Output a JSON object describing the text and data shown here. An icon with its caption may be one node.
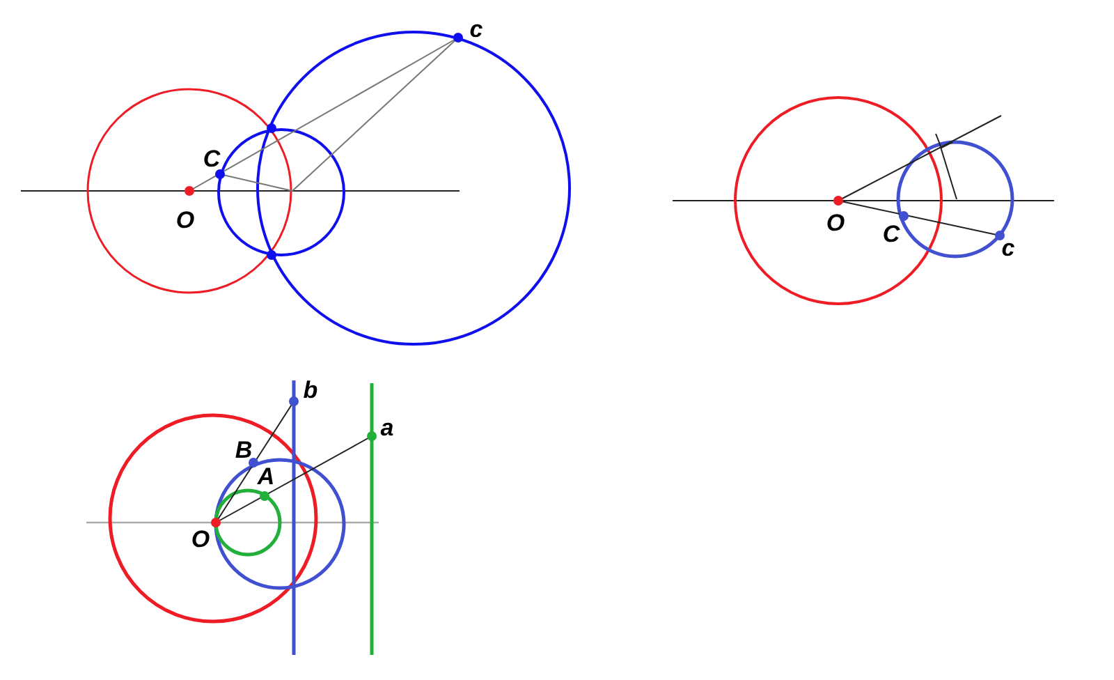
{
  "diagram": {
    "labels": [
      "c",
      "C",
      "O",
      "O",
      "C",
      "c",
      "b",
      "a",
      "B",
      "A",
      "O"
    ]
  }
}
